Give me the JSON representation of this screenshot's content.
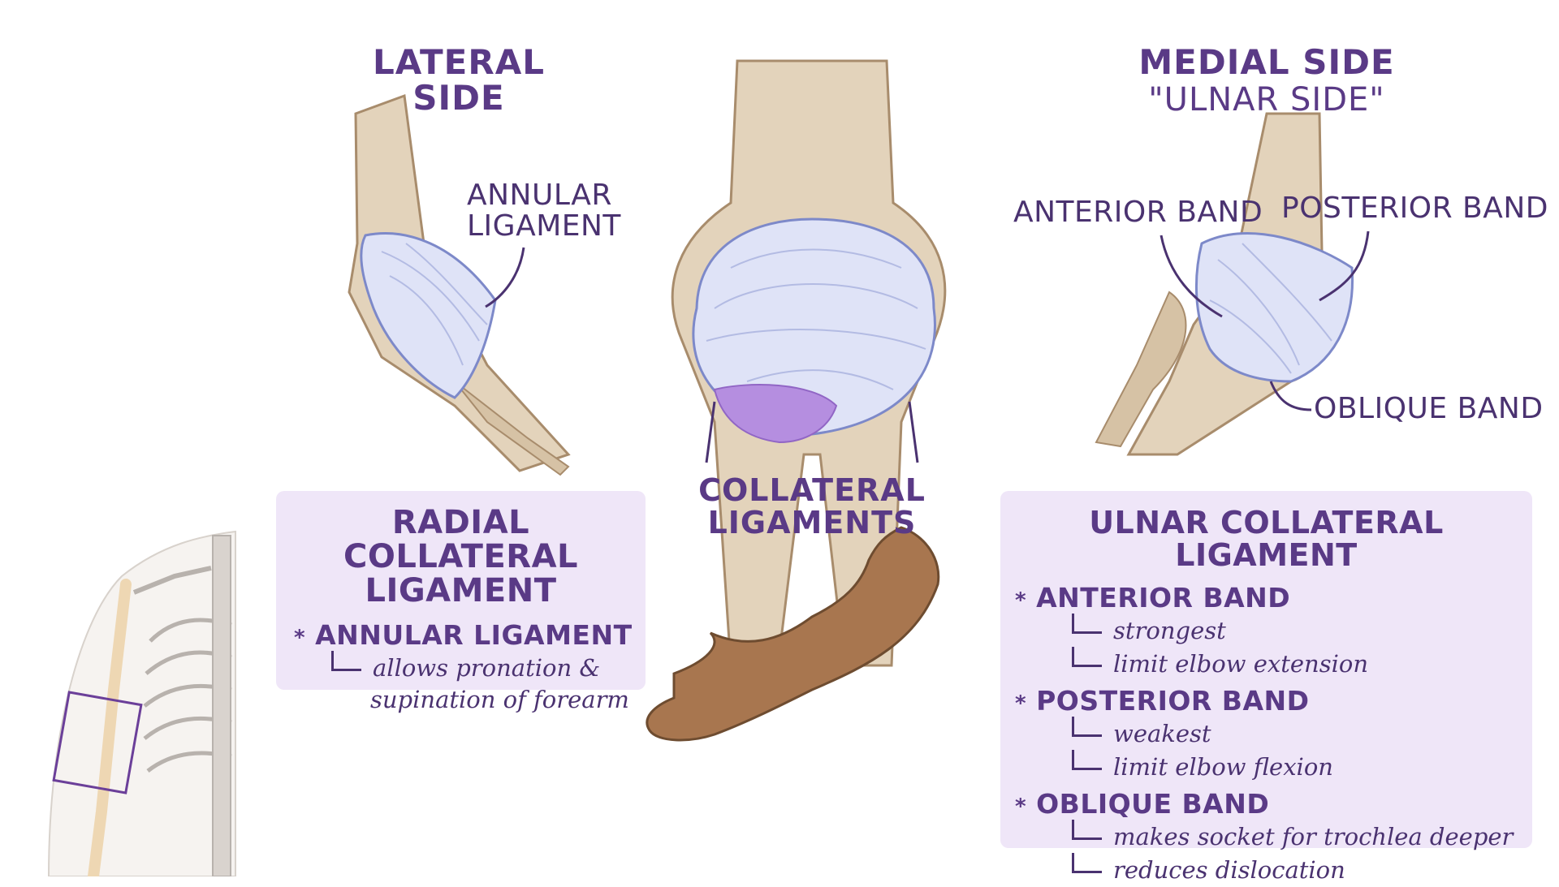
{
  "headings": {
    "lateral": "LATERAL SIDE",
    "medial": "MEDIAL SIDE",
    "medial_alt": "\"ULNAR SIDE\""
  },
  "labels": {
    "annular_line1": "ANNULAR",
    "annular_line2": "LIGAMENT",
    "anterior_band": "ANTERIOR BAND",
    "posterior_band": "POSTERIOR BAND",
    "oblique_band": "OBLIQUE BAND",
    "collateral_line1": "COLLATERAL",
    "collateral_line2": "LIGAMENTS"
  },
  "radial_panel": {
    "title_line1": "RADIAL COLLATERAL",
    "title_line2": "LIGAMENT",
    "star": "*",
    "item_title": "ANNULAR LIGAMENT",
    "item_line1": "allows pronation &",
    "item_line2": "supination of forearm"
  },
  "ulnar_panel": {
    "title": "ULNAR COLLATERAL LIGAMENT",
    "star": "*",
    "bands": [
      {
        "title": "ANTERIOR BAND",
        "notes": [
          "strongest",
          "limit elbow extension"
        ]
      },
      {
        "title": "POSTERIOR BAND",
        "notes": [
          "weakest",
          "limit elbow flexion"
        ]
      },
      {
        "title": "OBLIQUE BAND",
        "notes": [
          "makes socket for trochlea deeper",
          "reduces dislocation"
        ]
      }
    ]
  },
  "colors": {
    "heading": "#5a3a86",
    "panel_bg": "#efe6f8",
    "bone": "#e3d3bb",
    "bone_outline": "#a88c6c",
    "ligament": "#dfe3f7",
    "ligament_outline": "#7d89c9",
    "highlight": "#b58ee0",
    "skin": "#a8764f"
  }
}
